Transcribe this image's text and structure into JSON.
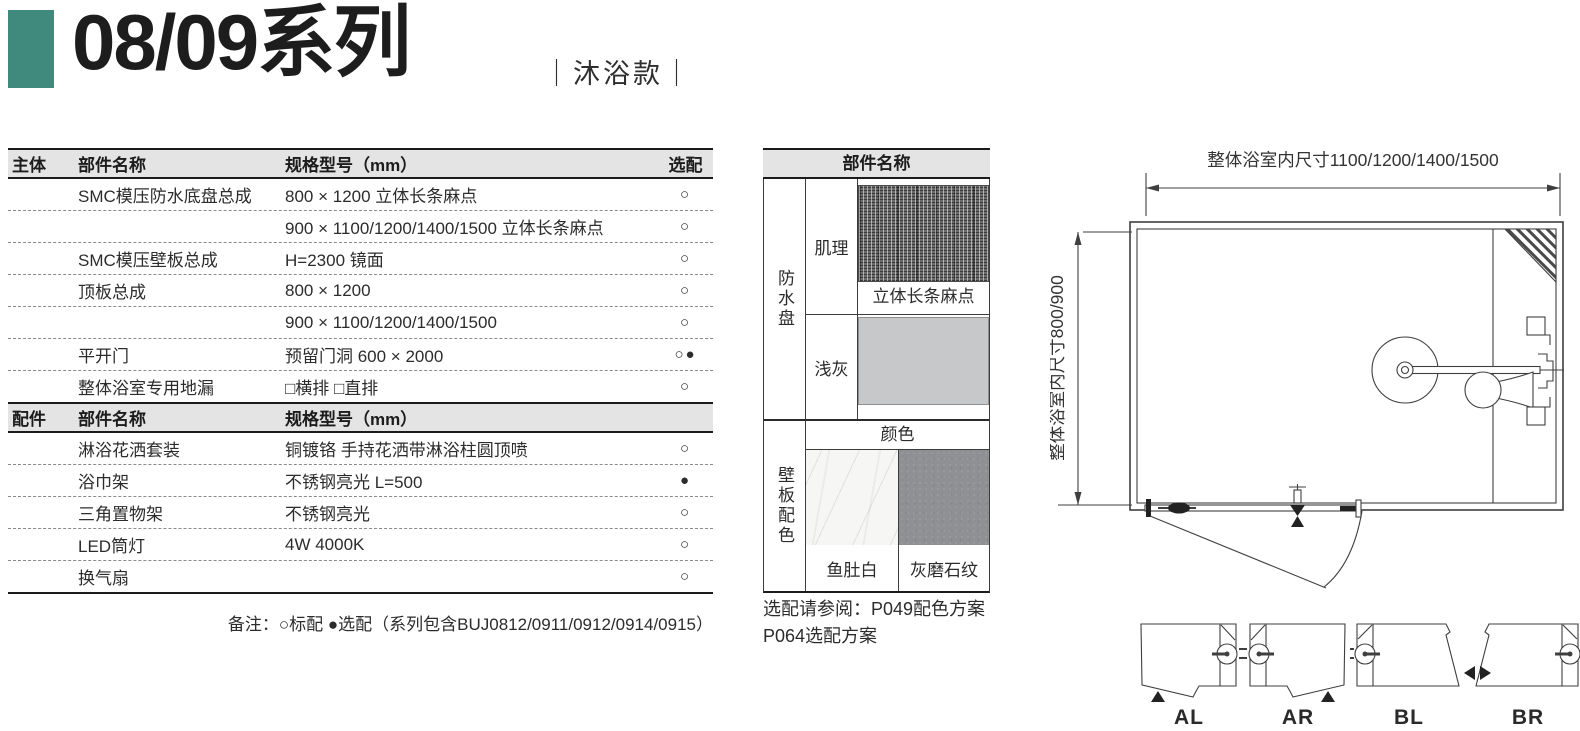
{
  "page": {
    "title": "08/09系列",
    "subtitle": "｜沐浴款｜"
  },
  "colors": {
    "accent": "#40897d",
    "header_bg": "#e4e4e5",
    "light_gray_swatch": "#c6c8ca",
    "gray_stone": "#8e9093"
  },
  "main_table": {
    "sections": [
      {
        "category": "主体",
        "headers": [
          "部件名称",
          "规格型号（mm）",
          "选配"
        ],
        "rows": [
          {
            "name": "SMC模压防水底盘总成",
            "spec": "800 × 1200 立体长条麻点",
            "option": "○"
          },
          {
            "name": "",
            "spec": "900 × 1100/1200/1400/1500 立体长条麻点",
            "option": "○"
          },
          {
            "name": "SMC模压壁板总成",
            "spec": "H=2300 镜面",
            "option": "○"
          },
          {
            "name": "顶板总成",
            "spec": "800 × 1200",
            "option": "○"
          },
          {
            "name": "",
            "spec": "900 × 1100/1200/1400/1500",
            "option": "○"
          },
          {
            "name": "平开门",
            "spec": "预留门洞 600 × 2000",
            "option": "○●"
          },
          {
            "name": "整体浴室专用地漏",
            "spec": "□横排 □直排",
            "option": "○"
          }
        ]
      },
      {
        "category": "配件",
        "headers": [
          "部件名称",
          "规格型号（mm）",
          ""
        ],
        "rows": [
          {
            "name": "淋浴花洒套装",
            "spec": "铜镀铬 手持花洒带淋浴柱圆顶喷",
            "option": "○"
          },
          {
            "name": "浴巾架",
            "spec": "不锈钢亮光 L=500",
            "option": "●"
          },
          {
            "name": "三角置物架",
            "spec": "不锈钢亮光",
            "option": "○"
          },
          {
            "name": "LED筒灯",
            "spec": "4W 4000K",
            "option": "○"
          },
          {
            "name": "换气扇",
            "spec": "",
            "option": "○"
          }
        ]
      }
    ],
    "note": "备注：○标配 ●选配（系列包含BUJ0812/0911/0912/0914/0915）"
  },
  "material_panel": {
    "header": "部件名称",
    "waterproof_pan": {
      "category": "防水盘",
      "texture_label": "肌理",
      "texture_caption": "立体长条麻点",
      "gray_label": "浅灰"
    },
    "wall_panel": {
      "category": "壁板配色",
      "subheader": "颜色",
      "swatch1": "鱼肚白",
      "swatch2": "灰磨石纹"
    },
    "footnote_line1": "选配请参阅：P049配色方案",
    "footnote_line2": "P064选配方案"
  },
  "drawing": {
    "dim_top_label": "整体浴室内尺寸1100/1200/1400/1500",
    "dim_left_label": "整体浴室内尺寸800/900",
    "variant_labels": [
      "AL",
      "AR",
      "BL",
      "BR"
    ]
  }
}
